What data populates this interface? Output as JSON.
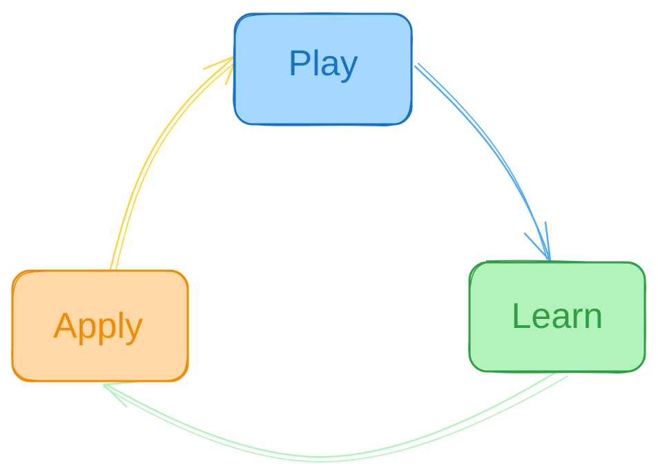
{
  "diagram": {
    "nodes": {
      "play": {
        "label": "Play",
        "fill": "#a5d8ff",
        "stroke": "#1971c2",
        "text_color": "#1971c2"
      },
      "learn": {
        "label": "Learn",
        "fill": "#b2f2bb",
        "stroke": "#2f9e44",
        "text_color": "#2f9e44"
      },
      "apply": {
        "label": "Apply",
        "fill": "#ffd8a8",
        "stroke": "#f08c00",
        "text_color": "#f08c00"
      }
    },
    "edges": [
      {
        "from": "Play",
        "to": "Learn",
        "color": "#4dabf7"
      },
      {
        "from": "Learn",
        "to": "Apply",
        "color": "#b2f2bb"
      },
      {
        "from": "Apply",
        "to": "Play",
        "color": "#ffd43b"
      }
    ]
  }
}
